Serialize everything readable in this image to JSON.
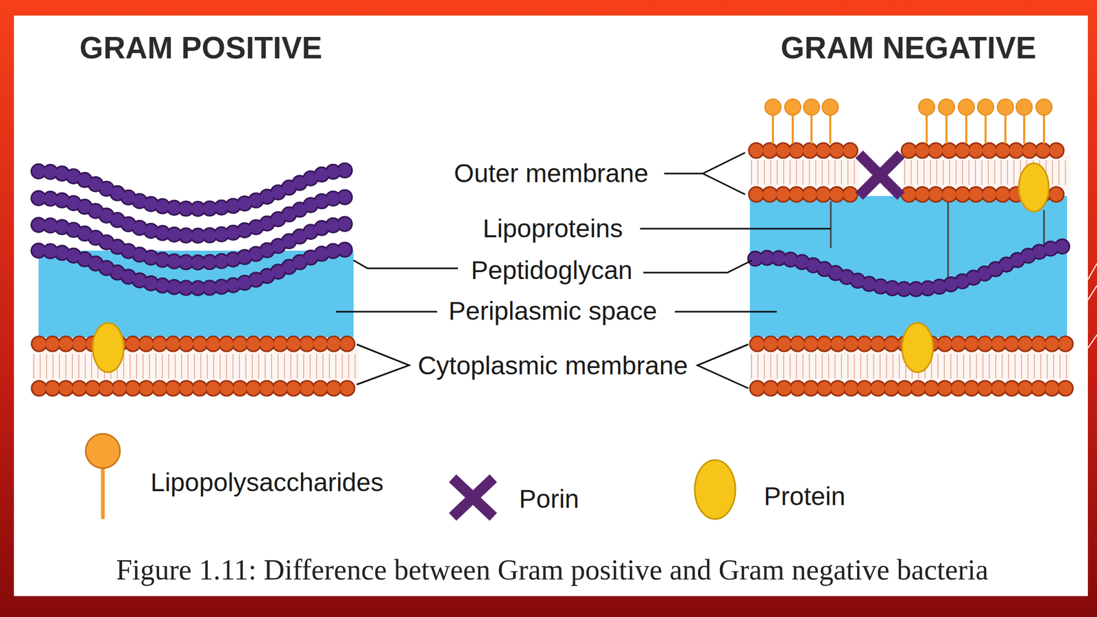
{
  "diagram": {
    "caption": "Figure 1.11: Difference between Gram positive and Gram negative bacteria",
    "labels": [
      "GRAM POSITIVE",
      "GRAM NEGATIVE",
      "Outer membrane",
      "Lipoproteins",
      "Peptidoglycan",
      "Periplasmic space",
      "Cytoplasmic membrane"
    ],
    "legend": [
      {
        "text": "Lipopolysaccharides"
      },
      {
        "text": "Porin"
      },
      {
        "text": "Protein"
      }
    ]
  }
}
